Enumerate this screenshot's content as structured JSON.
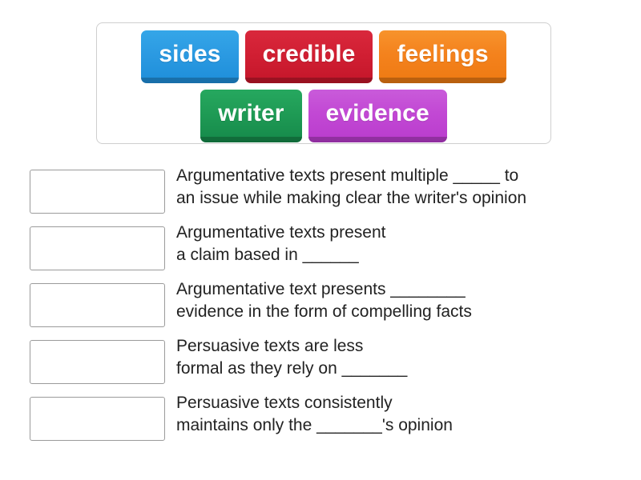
{
  "activity": {
    "type": "match-up",
    "word_bank": {
      "rows": [
        [
          {
            "label": "sides",
            "color": "#2b9ae2",
            "name": "sides"
          },
          {
            "label": "credible",
            "color": "#d11f33",
            "name": "credible"
          },
          {
            "label": "feelings",
            "color": "#f4821d",
            "name": "feelings"
          }
        ],
        [
          {
            "label": "writer",
            "color": "#1f9b55",
            "name": "writer"
          },
          {
            "label": "evidence",
            "color": "#c248d4",
            "name": "evidence"
          }
        ]
      ]
    },
    "questions": [
      {
        "text": "Argumentative texts present multiple _____ to\nan issue while making clear the writer's opinion",
        "answer_value": ""
      },
      {
        "text": "Argumentative texts present\na claim based in ______",
        "answer_value": ""
      },
      {
        "text": "Argumentative text presents ________\nevidence in the form of compelling facts",
        "answer_value": ""
      },
      {
        "text": "Persuasive texts are less\nformal as they rely on _______",
        "answer_value": ""
      },
      {
        "text": "Persuasive texts consistently\nmaintains only the _______'s opinion",
        "answer_value": ""
      }
    ]
  },
  "colors": {
    "background": "#ffffff",
    "text": "#222222",
    "bank_border": "#cfcfcf",
    "dropzone_border": "#9b9b9b"
  }
}
